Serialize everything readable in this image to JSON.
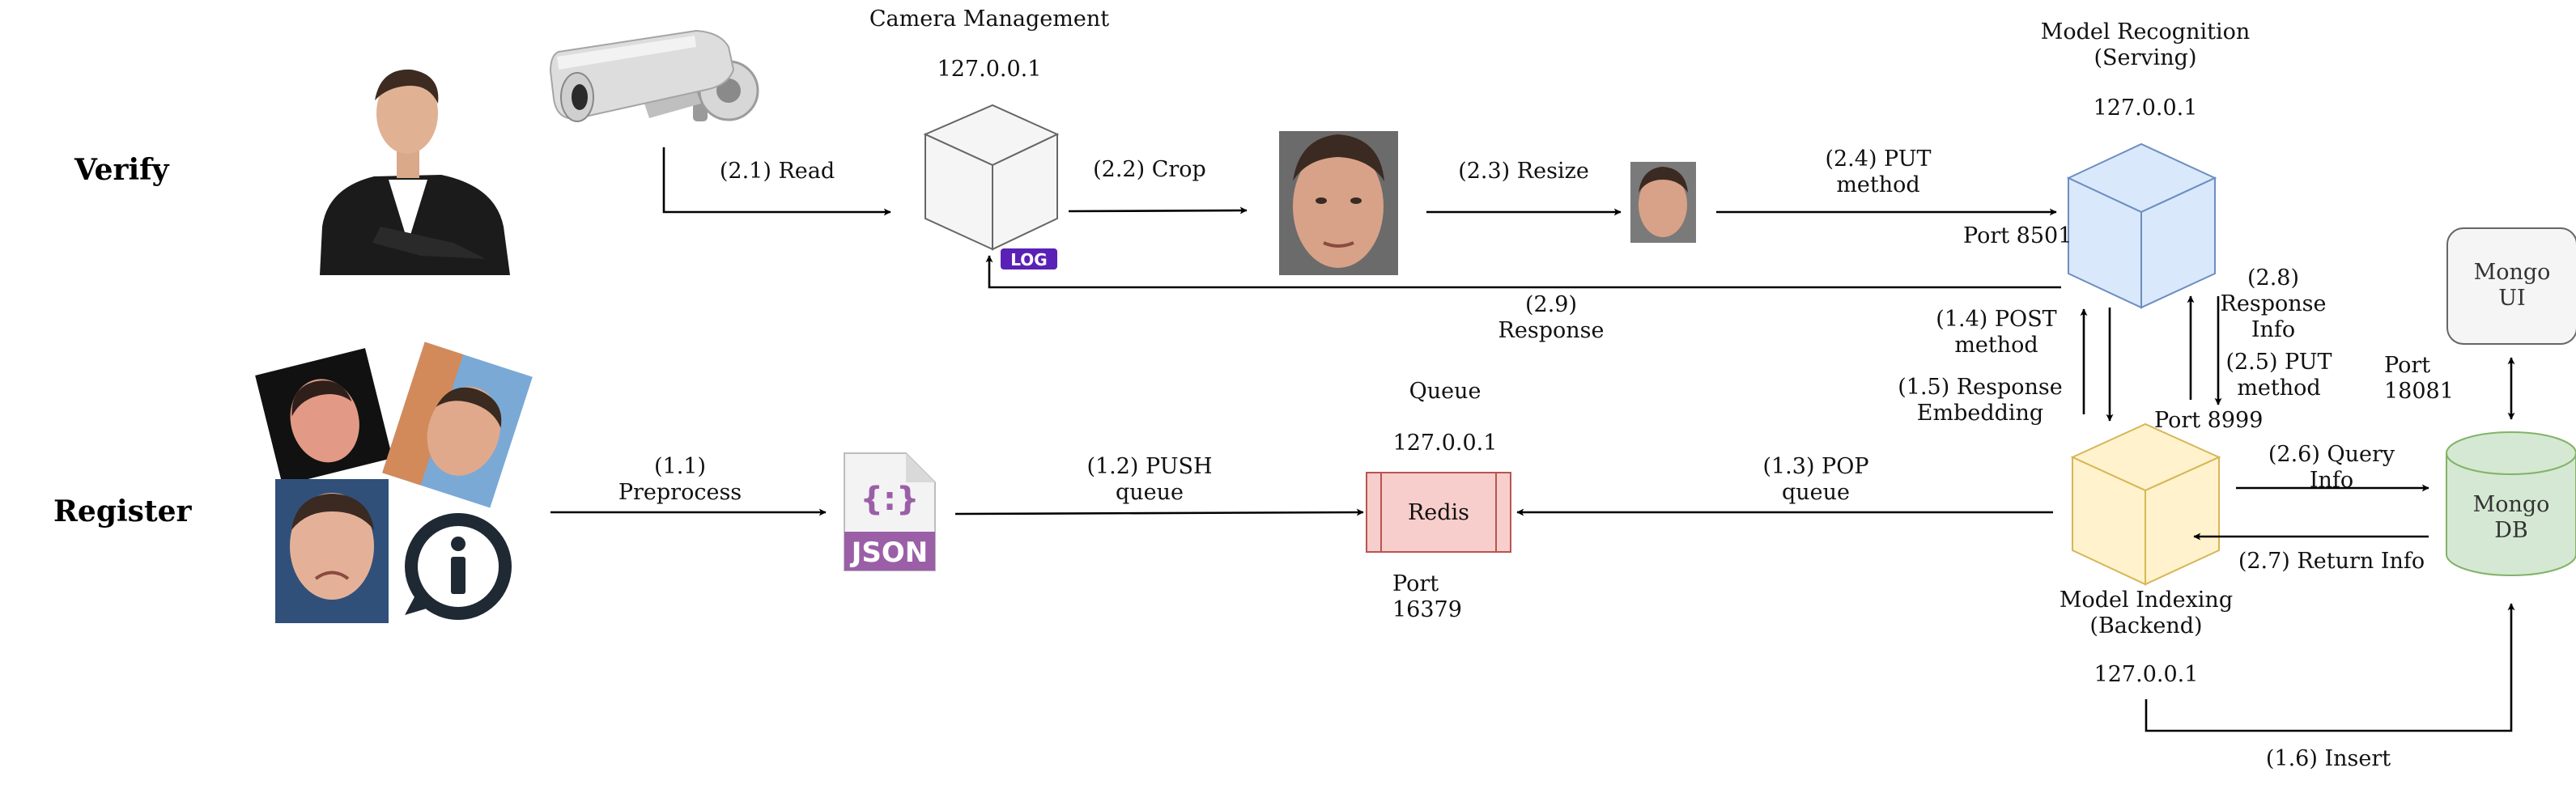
{
  "rows": {
    "verify": "Verify",
    "register": "Register"
  },
  "camera_mgmt": {
    "title": "Camera Management",
    "ip": "127.0.0.1",
    "badge": "LOG"
  },
  "model_recognition": {
    "title_line1": "Model Recognition",
    "title_line2": "(Serving)",
    "ip": "127.0.0.1",
    "port": "Port 8501"
  },
  "model_indexing": {
    "title_line1": "Model Indexing",
    "title_line2": "(Backend)",
    "ip": "127.0.0.1",
    "port": "Port 8999"
  },
  "queue": {
    "title": "Queue",
    "ip": "127.0.0.1",
    "label": "Redis",
    "port_line1": "Port",
    "port_line2": "16379"
  },
  "mongo_ui": {
    "line1": "Mongo",
    "line2": "UI",
    "port_line1": "Port",
    "port_line2": "18081"
  },
  "mongo_db": {
    "line1": "Mongo",
    "line2": "DB"
  },
  "json_icon": {
    "braces": "{:}",
    "text": "JSON"
  },
  "steps": {
    "s2_1": "(2.1) Read",
    "s2_2": "(2.2) Crop",
    "s2_3": "(2.3) Resize",
    "s2_4_a": "(2.4) PUT",
    "s2_4_b": "method",
    "s2_9_a": "(2.9)",
    "s2_9_b": "Response",
    "s2_8_a": "(2.8)",
    "s2_8_b": "Response",
    "s2_8_c": "Info",
    "s2_5_a": "(2.5) PUT",
    "s2_5_b": "method",
    "s1_4_a": "(1.4) POST",
    "s1_4_b": "method",
    "s1_5_a": "(1.5) Response",
    "s1_5_b": "Embedding",
    "s2_6_a": "(2.6) Query",
    "s2_6_b": "Info",
    "s2_7": "(2.7) Return Info",
    "s1_1_a": "(1.1)",
    "s1_1_b": "Preprocess",
    "s1_2_a": "(1.2) PUSH",
    "s1_2_b": "queue",
    "s1_3_a": "(1.3) POP",
    "s1_3_b": "queue",
    "s1_6": "(1.6) Insert"
  },
  "colors": {
    "recognition_fill": "#dae8fc",
    "recognition_stroke": "#6c8ebf",
    "indexing_fill": "#fff2cc",
    "indexing_stroke": "#d6b656",
    "redis_fill": "#f8cecc",
    "redis_stroke": "#b85450",
    "mongodb_fill": "#d5e8d4",
    "mongodb_stroke": "#82b366",
    "mongoui_fill": "#f5f5f5",
    "mongoui_stroke": "#666666",
    "json_purple": "#9b5fa8",
    "log_purple": "#5a21b6"
  }
}
